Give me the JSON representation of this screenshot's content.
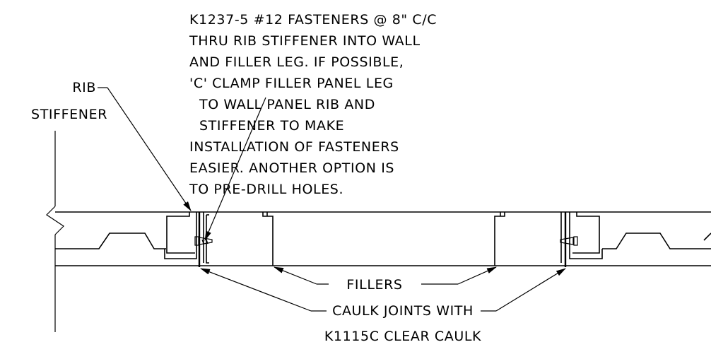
{
  "labels": {
    "rib_stiffener": [
      "RIB",
      "STIFFENER"
    ],
    "fastener_note": [
      "K1237-5 #12 FASTENERS @ 8\" C/C",
      "THRU RIB STIFFENER INTO WALL",
      "AND FILLER LEG. IF POSSIBLE,",
      "'C' CLAMP FILLER PANEL LEG",
      "TO WALL PANEL RIB AND",
      "STIFFENER TO MAKE",
      "INSTALLATION OF FASTENERS",
      "EASIER. ANOTHER OPTION IS",
      "TO PRE-DRILL HOLES."
    ],
    "fillers": "FILLERS",
    "caulk_note": [
      "CAULK JOINTS WITH",
      "K1115C CLEAR CAULK"
    ]
  }
}
